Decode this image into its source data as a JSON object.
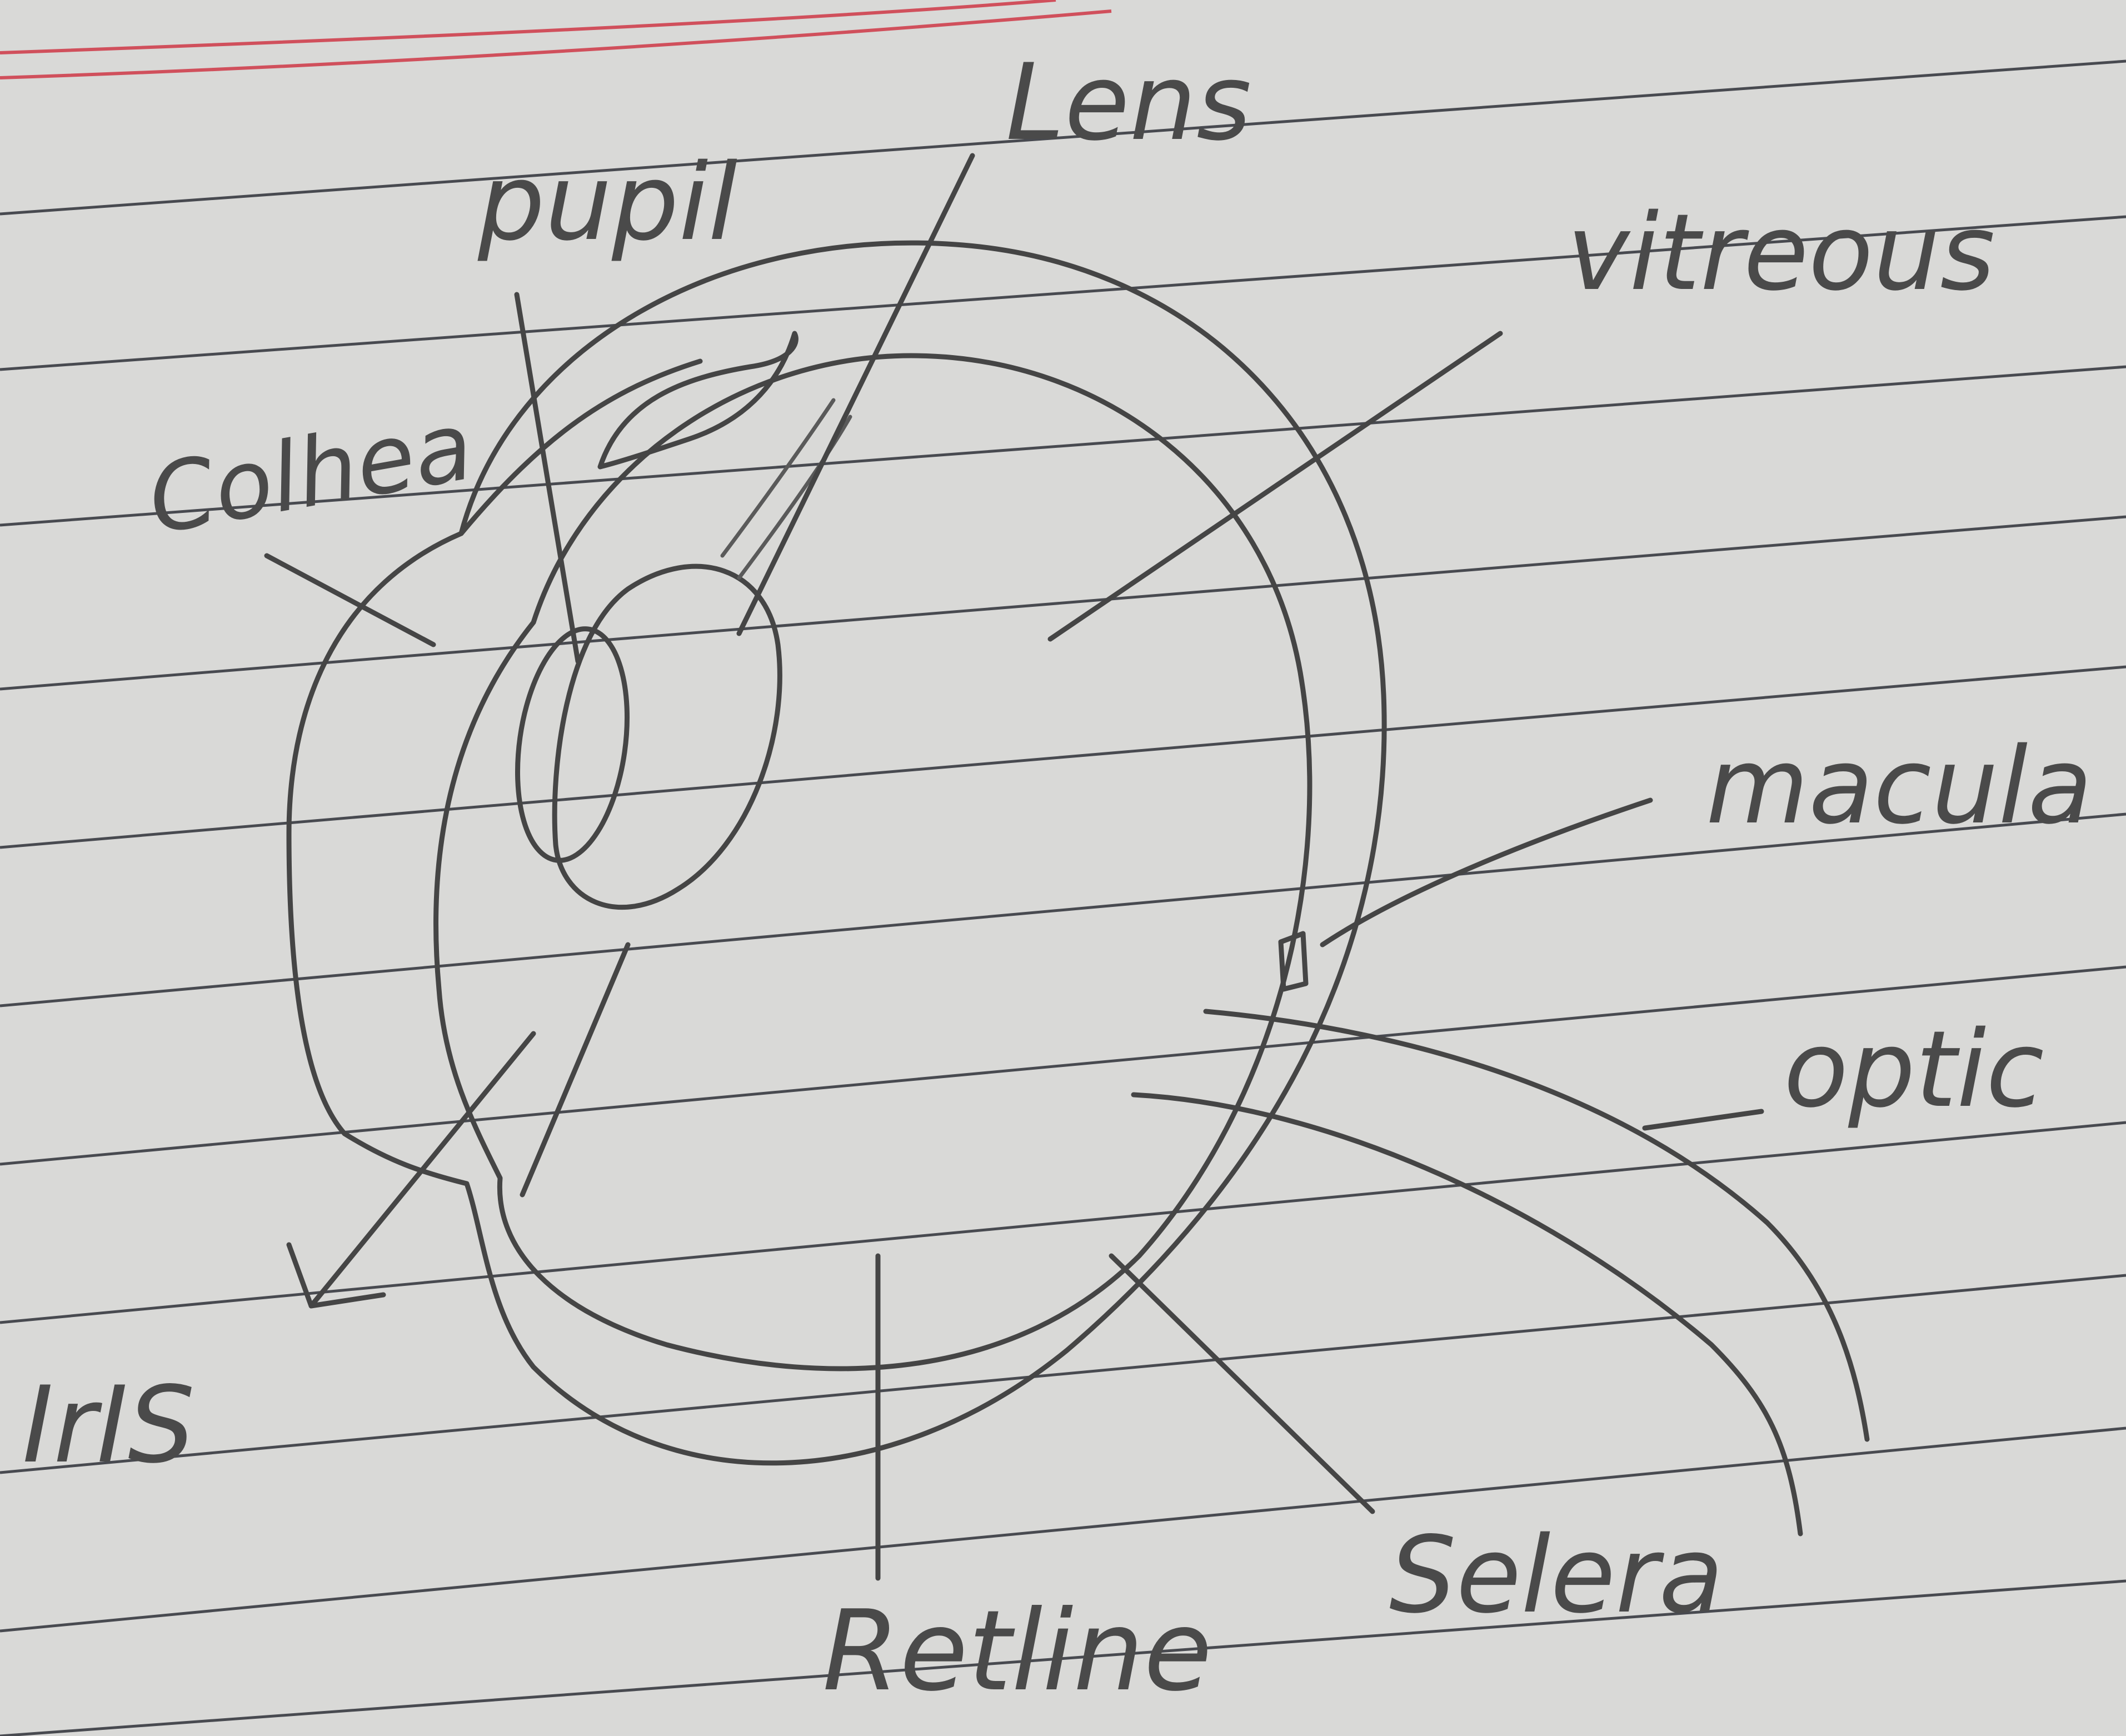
{
  "diagram": {
    "labels": {
      "lens": "Lens",
      "pupil": "pupil",
      "vitreous": "vitreous",
      "cornea": "Colhea",
      "macula": "macula",
      "optic": "optic",
      "iris": "IrIS",
      "retina": "Retline",
      "sclera": "Selera"
    }
  },
  "colors": {
    "paper": "#d9d9d7",
    "pencil": "#454545",
    "ruled_line": "#2e3038",
    "margin_line": "#d0505c"
  }
}
